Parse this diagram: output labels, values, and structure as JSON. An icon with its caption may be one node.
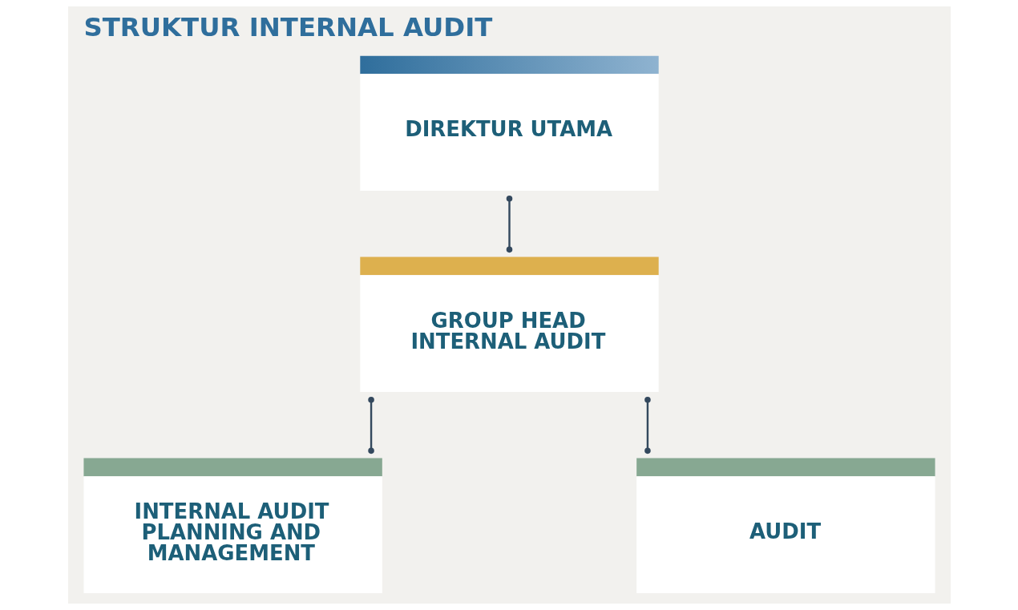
{
  "diagram": {
    "title": "STRUKTUR INTERNAL AUDIT",
    "nodes": [
      {
        "text": [
          "DIREKTUR UTAMA"
        ]
      },
      {
        "text": [
          "GROUP HEAD INTERNAL AUDIT"
        ]
      },
      {
        "text": [
          "INTERNAL AUDIT PLANNING AND MANAGEMENT"
        ]
      },
      {
        "text": [
          "AUDIT"
        ]
      }
    ],
    "edges": [
      {
        "from": 0,
        "to": 1,
        "arrow": "other"
      },
      {
        "from": 1,
        "to": 2,
        "arrow": "other"
      },
      {
        "from": 1,
        "to": 3,
        "arrow": "other"
      }
    ]
  }
}
